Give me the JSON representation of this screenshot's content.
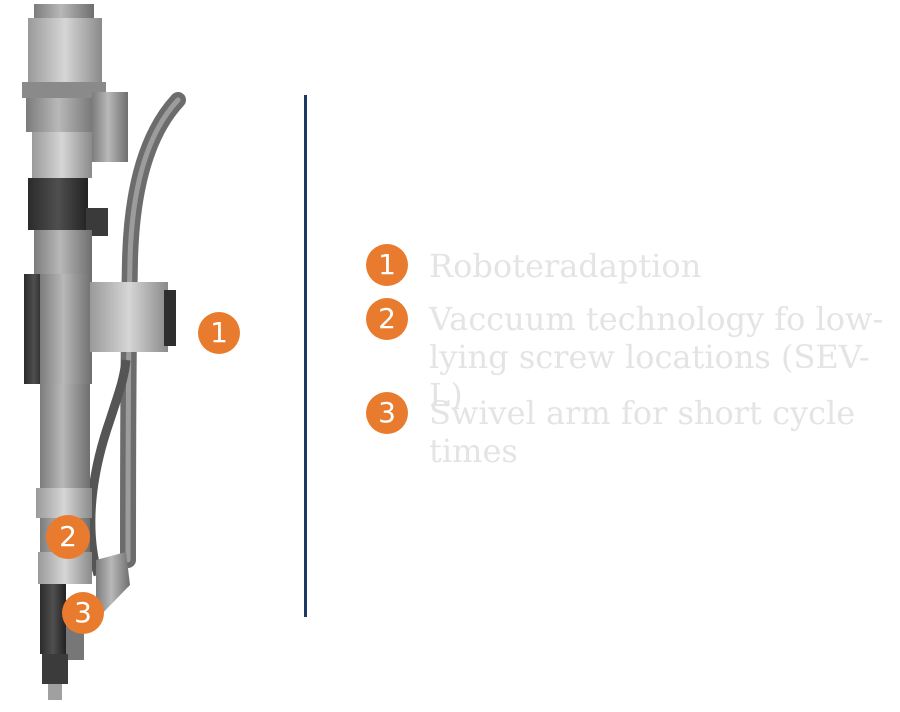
{
  "accent_color": "#e97b2e",
  "divider_color": "#1d3866",
  "text_color": "#e4e4e4",
  "image": {
    "name": "screwdriving-robot-tool",
    "callouts": [
      "1",
      "2",
      "3"
    ]
  },
  "features": [
    {
      "number": "1",
      "text": "Roboteradaption"
    },
    {
      "number": "2",
      "text": "Vaccuum technology fo low-lying screw locations (SEV-L)"
    },
    {
      "number": "3",
      "text": "Swivel arm for short cycle times"
    }
  ]
}
